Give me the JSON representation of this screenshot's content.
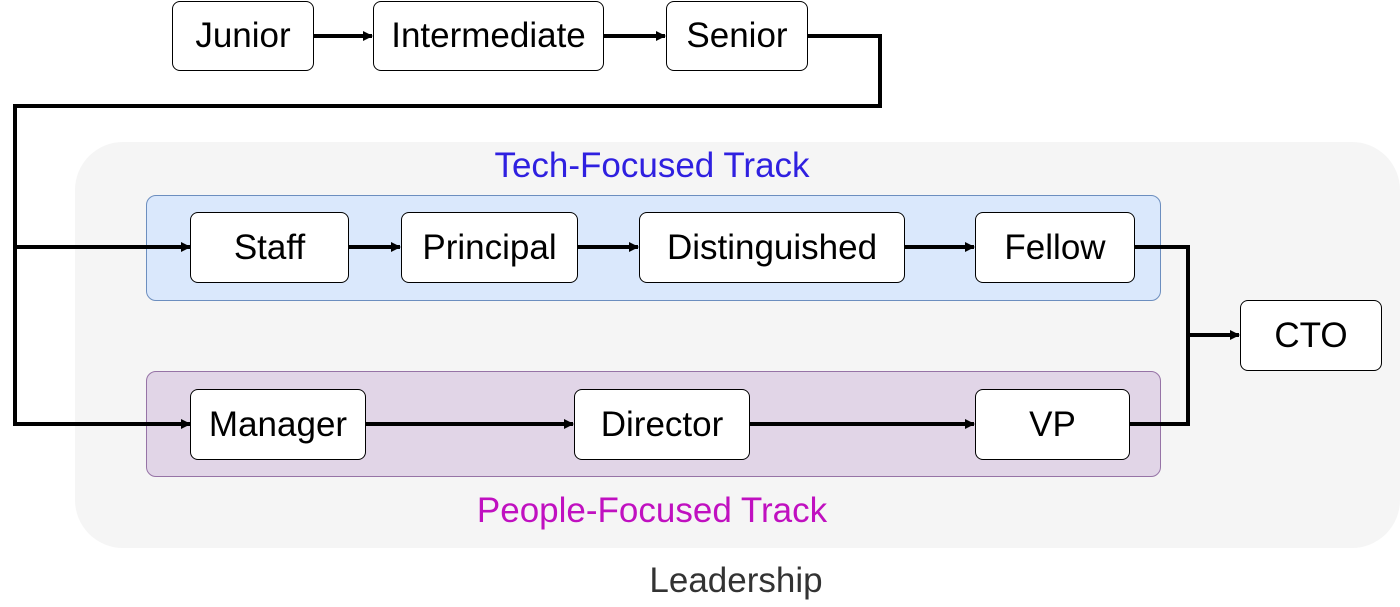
{
  "nodes": {
    "junior": "Junior",
    "intermediate": "Intermediate",
    "senior": "Senior",
    "staff": "Staff",
    "principal": "Principal",
    "distinguished": "Distinguished",
    "fellow": "Fellow",
    "manager": "Manager",
    "director": "Director",
    "vp": "VP",
    "cto": "CTO"
  },
  "groups": {
    "tech_track": "Tech-Focused Track",
    "people_track": "People-Focused Track",
    "leadership": "Leadership"
  },
  "colors": {
    "tech_track_text": "#2f20e0",
    "people_track_text": "#c010c0",
    "leadership_text": "#333333",
    "tech_fill": "#dae8fc",
    "people_fill": "#e1d5e7",
    "leadership_fill": "#f5f5f5"
  },
  "edges": [
    [
      "junior",
      "intermediate"
    ],
    [
      "intermediate",
      "senior"
    ],
    [
      "senior",
      "staff"
    ],
    [
      "senior",
      "manager"
    ],
    [
      "staff",
      "principal"
    ],
    [
      "principal",
      "distinguished"
    ],
    [
      "distinguished",
      "fellow"
    ],
    [
      "manager",
      "director"
    ],
    [
      "director",
      "vp"
    ],
    [
      "fellow",
      "cto"
    ],
    [
      "vp",
      "cto"
    ]
  ]
}
